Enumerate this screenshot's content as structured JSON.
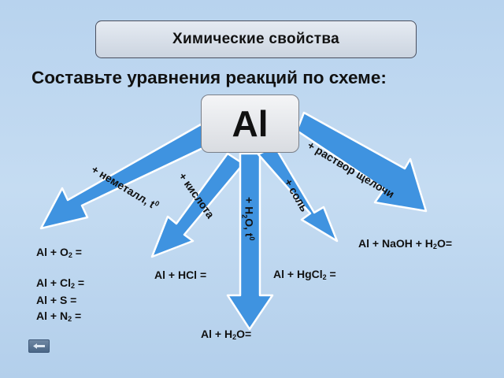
{
  "title": "Химические свойства",
  "subtitle": "Составьте уравнения реакций по схеме:",
  "center": "Al",
  "labels": {
    "nonmetal": "+ неметалл, t",
    "nonmetal_super": "0",
    "acid": "+ кислота",
    "water_main": "+ H",
    "water_sub": "2",
    "water_tail": "O, t",
    "water_super": "0",
    "salt": "+ соль",
    "alkali": "+ раствор щелочи"
  },
  "equations": {
    "o2": {
      "pre": "Al + O",
      "sub": "2",
      "post": " ="
    },
    "cl2": {
      "pre": "Al + Cl",
      "sub": "2",
      "post": " ="
    },
    "s": {
      "pre": "Al + S =",
      "sub": "",
      "post": ""
    },
    "n2": {
      "pre": "Al + N",
      "sub": "2",
      "post": " ="
    },
    "hcl": {
      "pre": "Al + HCl =",
      "sub": "",
      "post": ""
    },
    "h2o": {
      "pre": "Al + H",
      "sub": "2",
      "post": "O="
    },
    "hgcl2": {
      "pre": "Al + HgCl",
      "sub": "2",
      "post": " ="
    },
    "naoh": {
      "pre": "Al + NaOH + H",
      "sub": "2",
      "post": "O="
    }
  },
  "colors": {
    "arrow_fill": "#3f93e0",
    "arrow_stroke": "#ffffff",
    "background": "#bdd6ef"
  },
  "icons": {
    "nav": "back-arrow-icon"
  }
}
